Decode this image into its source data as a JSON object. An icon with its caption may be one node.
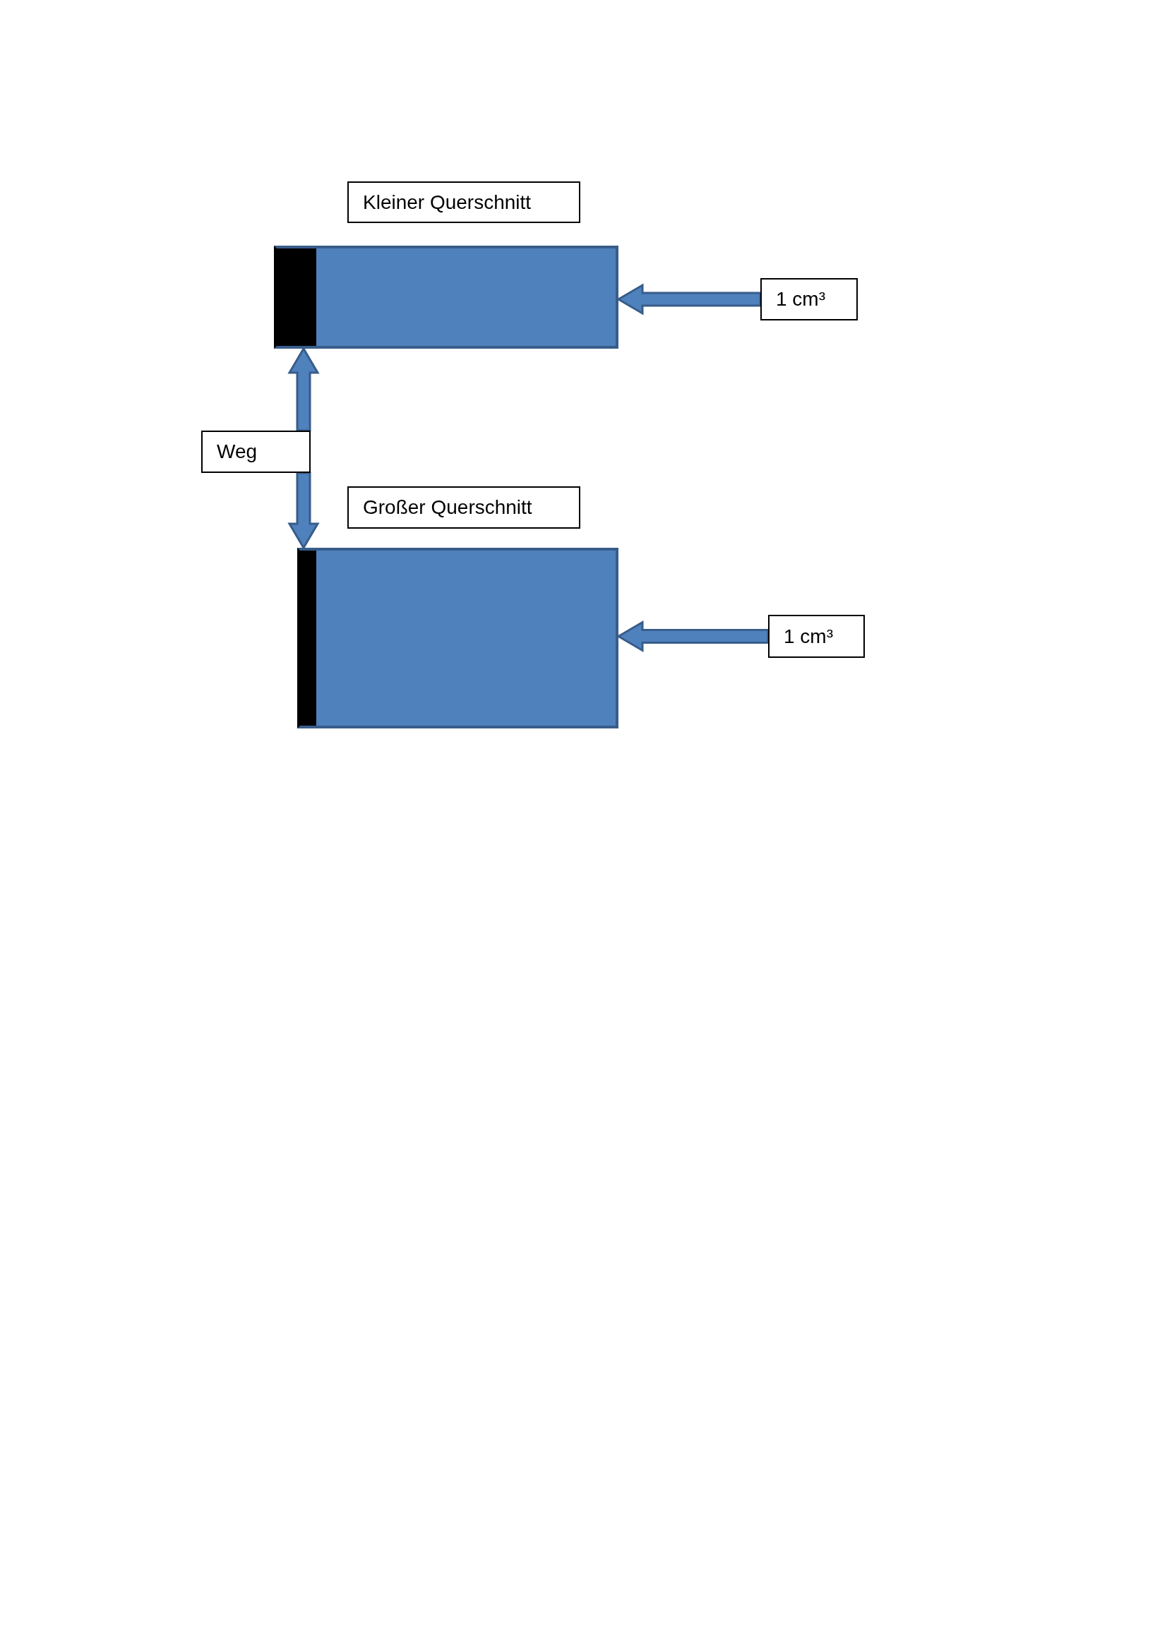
{
  "diagram": {
    "nodes": [
      {
        "text": [
          "Kleiner Querschnitt"
        ]
      },
      {
        "text": [],
        "shape": "box"
      },
      {
        "text": [
          "1 cm³"
        ]
      },
      {
        "text": [
          "Weg"
        ]
      },
      {
        "text": [
          "Großer Querschnitt"
        ]
      },
      {
        "text": [],
        "shape": "box"
      },
      {
        "text": [
          "1 cm³"
        ]
      }
    ],
    "edges": [
      {
        "from": 2,
        "to": 1,
        "arrow": "to",
        "style": "thick"
      },
      {
        "from": 3,
        "to": 1,
        "arrow": "to",
        "style": "thick"
      },
      {
        "from": 3,
        "to": 5,
        "arrow": "to",
        "style": "thick"
      },
      {
        "from": 6,
        "to": 5,
        "arrow": "to",
        "style": "thick"
      }
    ]
  }
}
